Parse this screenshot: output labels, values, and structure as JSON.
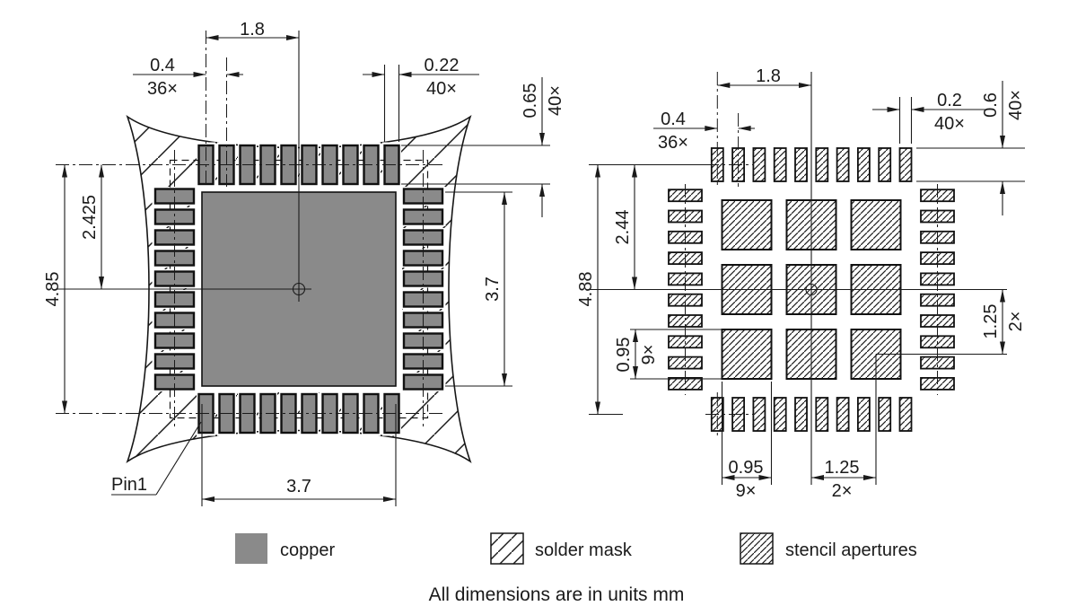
{
  "note": "All dimensions are in units mm",
  "legend": {
    "copper_label": "copper",
    "solder_mask_label": "solder mask",
    "stencil_label": "stencil apertures"
  },
  "colors": {
    "copper_fill": "#8a8a8a",
    "line": "#1a1a1a",
    "background": "#ffffff"
  },
  "left_diagram": {
    "pin1_label": "Pin1",
    "dims": {
      "center_offset": {
        "value": "1.8"
      },
      "pad_pitch": {
        "value": "0.4",
        "count": "36×"
      },
      "pad_width": {
        "value": "0.22",
        "count": "40×"
      },
      "pad_length": {
        "value": "0.65",
        "count": "40×"
      },
      "half_span": {
        "value": "2.425"
      },
      "full_span": {
        "value": "4.85"
      },
      "row_span": {
        "value": "3.7"
      }
    }
  },
  "right_diagram": {
    "dims": {
      "center_offset": {
        "value": "1.8"
      },
      "aperture_pitch": {
        "value": "0.4",
        "count": "36×"
      },
      "aperture_width": {
        "value": "0.2",
        "count": "40×"
      },
      "aperture_length": {
        "value": "0.6",
        "count": "40×"
      },
      "half_span": {
        "value": "2.44"
      },
      "full_span": {
        "value": "4.88"
      },
      "square_size": {
        "value": "0.95",
        "count": "9×"
      },
      "square_pitch": {
        "value": "1.25",
        "count": "2×"
      }
    }
  }
}
